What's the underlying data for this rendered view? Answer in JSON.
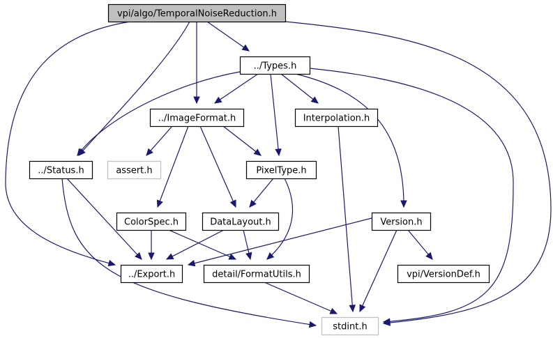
{
  "diagram": {
    "title": "vpi/algo/TemporalNoiseReduction.h",
    "type": "include-dependency-graph",
    "colors": {
      "edge": "#191970",
      "root_fill": "#bfbfbf",
      "node_fill": "#ffffff",
      "node_border": "#000000",
      "external_border": "#bfbfbf"
    },
    "nodes": [
      {
        "id": "root",
        "label": "vpi/algo/TemporalNoiseReduction.h",
        "kind": "root"
      },
      {
        "id": "types",
        "label": "../Types.h",
        "kind": "local"
      },
      {
        "id": "imageformat",
        "label": "../ImageFormat.h",
        "kind": "local"
      },
      {
        "id": "interpolation",
        "label": "Interpolation.h",
        "kind": "local"
      },
      {
        "id": "status",
        "label": "../Status.h",
        "kind": "local"
      },
      {
        "id": "assert",
        "label": "assert.h",
        "kind": "external"
      },
      {
        "id": "pixeltype",
        "label": "PixelType.h",
        "kind": "local"
      },
      {
        "id": "colorspec",
        "label": "ColorSpec.h",
        "kind": "local"
      },
      {
        "id": "datalayout",
        "label": "DataLayout.h",
        "kind": "local"
      },
      {
        "id": "version",
        "label": "Version.h",
        "kind": "local"
      },
      {
        "id": "export",
        "label": "../Export.h",
        "kind": "local"
      },
      {
        "id": "formatutils",
        "label": "detail/FormatUtils.h",
        "kind": "local"
      },
      {
        "id": "versiondef",
        "label": "vpi/VersionDef.h",
        "kind": "local"
      },
      {
        "id": "stdint",
        "label": "stdint.h",
        "kind": "external"
      }
    ],
    "edges": [
      {
        "from": "root",
        "to": "types"
      },
      {
        "from": "root",
        "to": "imageformat"
      },
      {
        "from": "root",
        "to": "status"
      },
      {
        "from": "root",
        "to": "export"
      },
      {
        "from": "root",
        "to": "stdint"
      },
      {
        "from": "types",
        "to": "imageformat"
      },
      {
        "from": "types",
        "to": "interpolation"
      },
      {
        "from": "types",
        "to": "status"
      },
      {
        "from": "types",
        "to": "pixeltype"
      },
      {
        "from": "types",
        "to": "version"
      },
      {
        "from": "types",
        "to": "stdint"
      },
      {
        "from": "imageformat",
        "to": "assert"
      },
      {
        "from": "imageformat",
        "to": "pixeltype"
      },
      {
        "from": "imageformat",
        "to": "colorspec"
      },
      {
        "from": "imageformat",
        "to": "datalayout"
      },
      {
        "from": "interpolation",
        "to": "stdint"
      },
      {
        "from": "status",
        "to": "export"
      },
      {
        "from": "status",
        "to": "stdint"
      },
      {
        "from": "pixeltype",
        "to": "datalayout"
      },
      {
        "from": "pixeltype",
        "to": "formatutils"
      },
      {
        "from": "colorspec",
        "to": "export"
      },
      {
        "from": "colorspec",
        "to": "formatutils"
      },
      {
        "from": "datalayout",
        "to": "export"
      },
      {
        "from": "datalayout",
        "to": "formatutils"
      },
      {
        "from": "version",
        "to": "export"
      },
      {
        "from": "version",
        "to": "versiondef"
      },
      {
        "from": "version",
        "to": "stdint"
      },
      {
        "from": "formatutils",
        "to": "stdint"
      }
    ]
  }
}
